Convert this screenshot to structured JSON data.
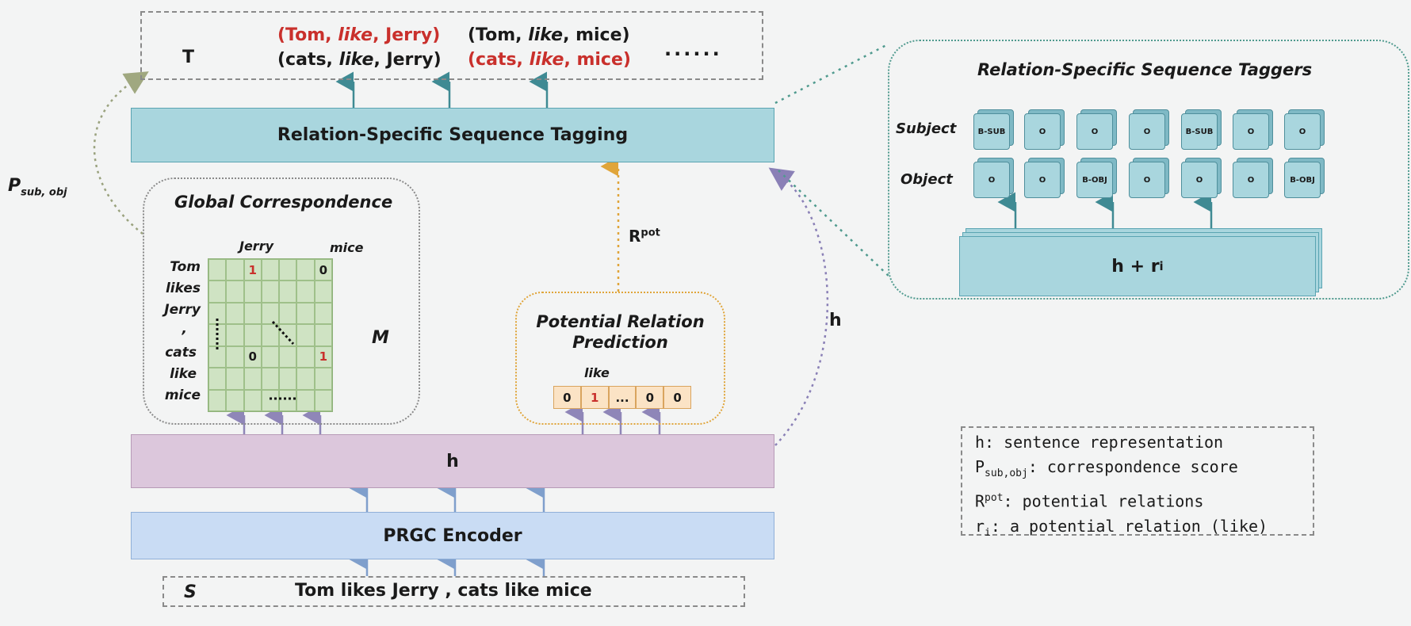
{
  "output": {
    "label": "T",
    "triples_row1": [
      {
        "text": "(Tom, ",
        "em": "like",
        "tail": ", Jerry)",
        "highlight": true
      },
      {
        "text": "(Tom, ",
        "em": "like",
        "tail": ", mice)",
        "highlight": false
      }
    ],
    "triples_row2": [
      {
        "text": "(cats, ",
        "em": "like",
        "tail": ", Jerry)",
        "highlight": false
      },
      {
        "text": "(cats, ",
        "em": "like",
        "tail": ", mice)",
        "highlight": true
      }
    ],
    "ellipsis": "......"
  },
  "tagging_label": "Relation-Specific Sequence Tagging",
  "p_label": "P",
  "p_sub": "sub, obj",
  "global": {
    "title": "Global Correspondence",
    "col_labels": [
      "Jerry",
      "mice"
    ],
    "row_labels": [
      "Tom",
      "likes",
      "Jerry",
      ",",
      "cats",
      "like",
      "mice"
    ],
    "matrix_label": "M",
    "values": {
      "tom_jerry": "1",
      "tom_mice": "0",
      "cats_jerry": "0",
      "cats_mice": "1"
    }
  },
  "rpot_label": "R",
  "rpot_sup": "pot",
  "h_side_label": "h",
  "potential": {
    "title_line1": "Potential Relation",
    "title_line2": "Prediction",
    "like_label": "like",
    "vector": [
      "0",
      "1",
      "...",
      "0",
      "0"
    ]
  },
  "h_bar_label": "h",
  "encoder_label": "PRGC Encoder",
  "input": {
    "s_label": "S",
    "sentence": "Tom likes Jerry , cats like mice"
  },
  "taggers": {
    "title": "Relation-Specific Sequence Taggers",
    "subject_label": "Subject",
    "object_label": "Object",
    "subject_tags": [
      "B-SUB",
      "O",
      "O",
      "O",
      "B-SUB",
      "O",
      "O"
    ],
    "object_tags": [
      "O",
      "O",
      "B-OBJ",
      "O",
      "O",
      "O",
      "B-OBJ"
    ],
    "input_label": "h + r",
    "input_sub": "i"
  },
  "legend": {
    "h_line": "h: sentence representation",
    "p_symbol": "P",
    "p_sub": "sub,obj",
    "p_text": ": correspondence score",
    "r_symbol": "R",
    "r_sup": "pot",
    "r_text": ": potential relations",
    "ri_symbol": "r",
    "ri_sub": "i",
    "ri_text": ": a potential relation (like)"
  },
  "colors": {
    "highlight": "#c9302c",
    "teal": "#a9d6de",
    "pink": "#dcc7dc",
    "blue": "#c9dcf4",
    "green": "#cfe3c3",
    "orange": "#fbe3c5"
  }
}
